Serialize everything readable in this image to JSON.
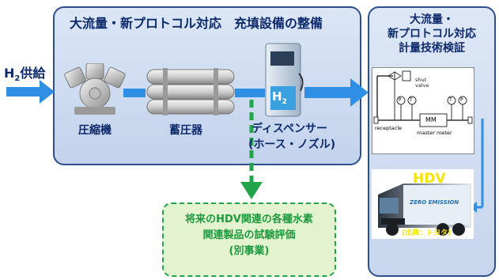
{
  "h2_supply": {
    "base": "H",
    "sub": "2",
    "text": "供給"
  },
  "main_panel": {
    "title": "大流量・新プロトコル対応　充填設備の整備"
  },
  "components": {
    "compressor": "圧縮機",
    "accumulator": "蓄圧器",
    "dispenser_line1": "ディスペンサー",
    "dispenser_line2": "(ホース・ノズル)"
  },
  "dispenser_badge": {
    "base": "H",
    "sub": "2"
  },
  "right_panel": {
    "title_lines": [
      "大流量・",
      "新プロトコル対応",
      "計量技術検証"
    ]
  },
  "meter_diagram": {
    "shut_valve": [
      "shut",
      "valve"
    ],
    "pt1": "P",
    "pt2": "T",
    "pt3": "T",
    "pt4": "P",
    "mm": "MM",
    "receptacle": "receptacle",
    "master_meter": "master meter"
  },
  "hdv": {
    "label": "HDV",
    "source": "(出典：トヨタ)",
    "truck_text": "ZERO EMISSION"
  },
  "green_panel": {
    "lines": [
      "将来のHDV関連の各種水素",
      "関連製品の試験評価",
      "(別事業)"
    ]
  },
  "colors": {
    "arrow": "#2e8fe4",
    "navy": "#0d2a6b",
    "green": "#22a54a",
    "hdv_yellow": "#f5e40a"
  }
}
